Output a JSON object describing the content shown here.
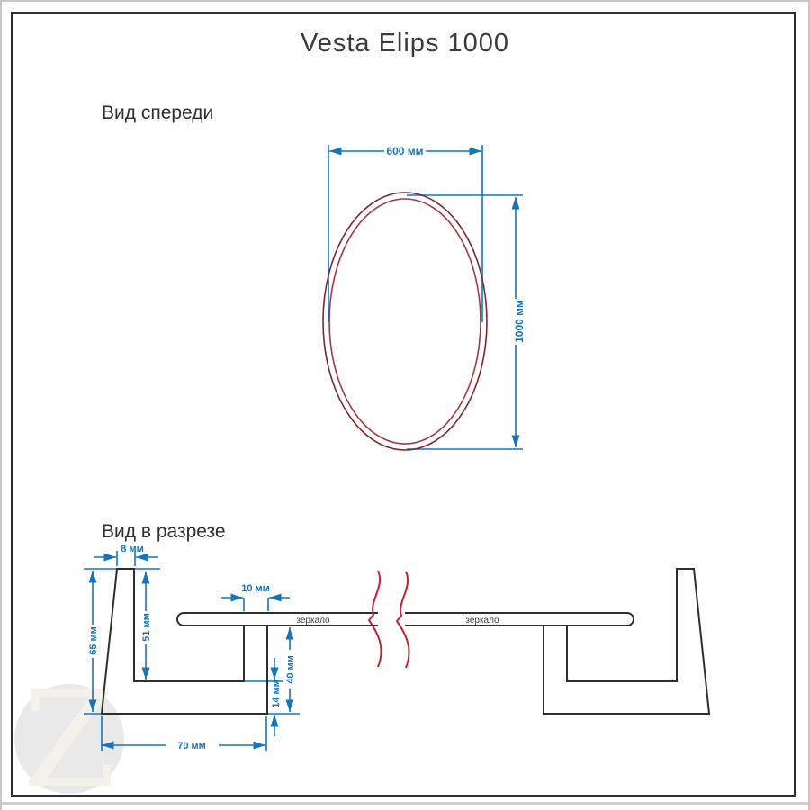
{
  "title": "Vesta Elips 1000",
  "front_view": {
    "label": "Вид спереди",
    "width_dim": "600 мм",
    "height_dim": "1000 мм"
  },
  "section_view": {
    "label": "Вид в разрезе",
    "dims": {
      "top_width": "8 мм",
      "wall_height": "65 мм",
      "inner_depth": "51 мм",
      "lip_width": "10 мм",
      "mirror_height": "40 мм",
      "bottom_thickness": "14 мм",
      "bottom_width": "70 мм"
    },
    "mirror_label_left": "зеркало",
    "mirror_label_right": "зеркало"
  },
  "watermark": {
    "letter": "Z"
  },
  "colors": {
    "dimension_blue": "#1774b8",
    "outline_dark": "#2e2e2e",
    "ellipse_red_outer": "#7a2635",
    "ellipse_red_inner": "#9e3a47",
    "break_red": "#c8202f",
    "watermark_gray": "#e9e9e9",
    "frame_dark": "#2f2f2f"
  }
}
